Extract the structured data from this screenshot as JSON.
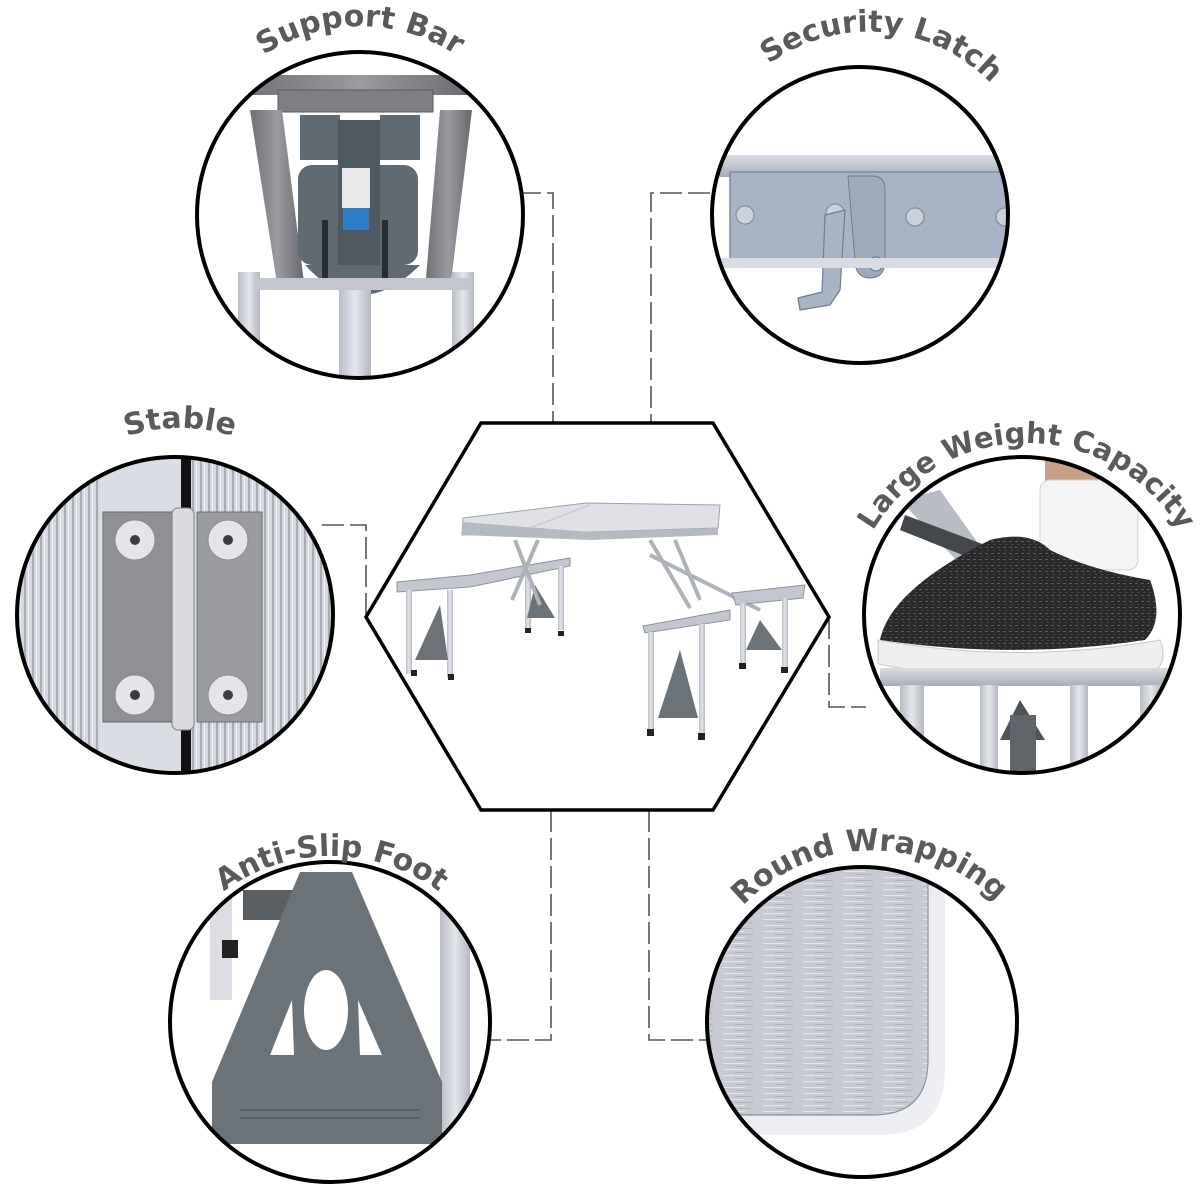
{
  "infographic": {
    "subject": "Aluminum folding picnic table with four attached seats",
    "center_image": {
      "shape": "hexagon",
      "description": "folding table with 4 seats"
    },
    "features": [
      {
        "id": "support-bar",
        "label": "Support Bar",
        "position": "top-left",
        "icon": "support-bar-closeup"
      },
      {
        "id": "security-latch",
        "label": "Security Latch",
        "position": "top-right",
        "icon": "latch-closeup"
      },
      {
        "id": "stable",
        "label": "Stable",
        "position": "middle-left",
        "icon": "hinge-closeup"
      },
      {
        "id": "large-weight-capacity",
        "label": "Large Weight Capacity",
        "position": "middle-right",
        "icon": "shoe-on-seat-closeup"
      },
      {
        "id": "anti-slip-foot",
        "label": "Anti-Slip Foot",
        "position": "bottom-left",
        "icon": "foot-bracket-closeup"
      },
      {
        "id": "round-wrapping",
        "label": "Round Wrapping",
        "position": "bottom-right",
        "icon": "rounded-corner-closeup"
      }
    ],
    "colors": {
      "label_text": "#5a5a5a",
      "outline": "#000000",
      "connector": "#555555",
      "aluminum": "#c9ccd4",
      "plastic_gray": "#6b7378",
      "background": "#ffffff"
    }
  }
}
